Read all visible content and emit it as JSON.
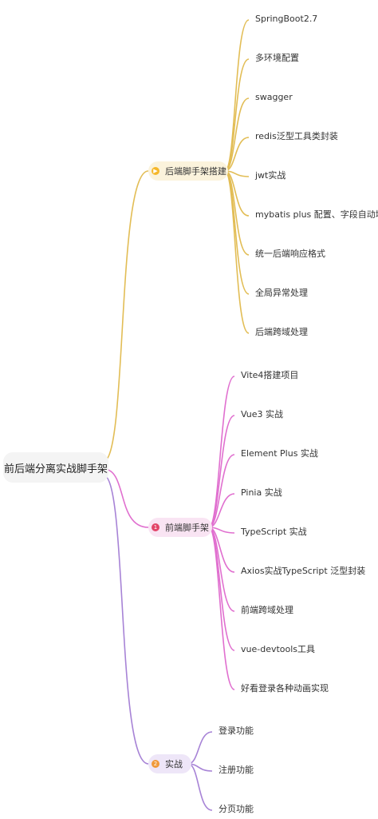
{
  "colors": {
    "backend": "#e2bd55",
    "frontend": "#e06fcf",
    "practice": "#a783d6",
    "backend_badge": "#f5b72a",
    "frontend_badge": "#e24468",
    "practice_badge": "#f0993a"
  },
  "root": {
    "label": "前后端分离实战脚手架"
  },
  "branches": [
    {
      "label": "后端脚手架搭建",
      "badge": "▶",
      "badge_icon": "flag-icon",
      "items": [
        "SpringBoot2.7",
        "多环境配置",
        "swagger",
        "redis泛型工具类封装",
        "jwt实战",
        "mybatis plus 配置、字段自动填充",
        "统一后端响应格式",
        "全局异常处理",
        "后端跨域处理"
      ]
    },
    {
      "label": "前端脚手架",
      "badge": "1",
      "badge_icon": "priority-1-icon",
      "items": [
        "Vite4搭建项目",
        "Vue3 实战",
        "Element Plus 实战",
        "Pinia 实战",
        "TypeScript 实战",
        "Axios实战TypeScript 泛型封装",
        "前端跨域处理",
        "vue-devtools工具",
        "好看登录各种动画实现"
      ]
    },
    {
      "label": "实战",
      "badge": "2",
      "badge_icon": "priority-2-icon",
      "items": [
        "登录功能",
        "注册功能",
        "分页功能"
      ]
    }
  ]
}
